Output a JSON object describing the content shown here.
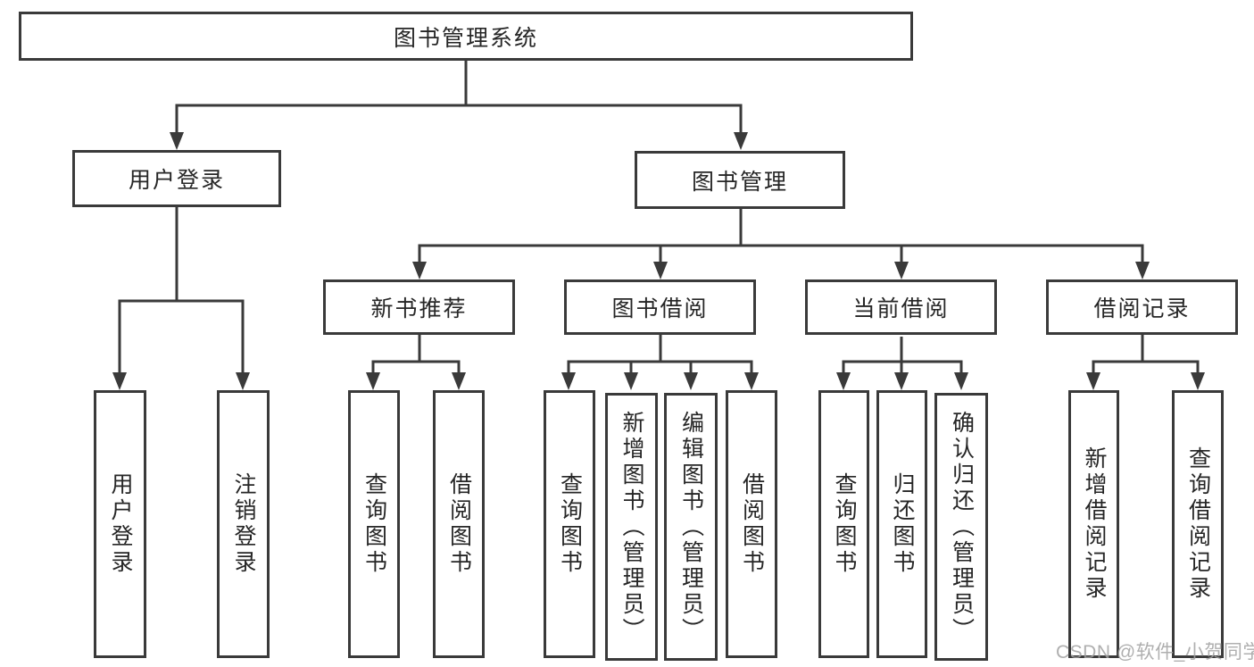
{
  "diagram": {
    "title": "图书管理系统",
    "type": "hierarchy-tree"
  },
  "nodes": {
    "root": {
      "label": "图书管理系统"
    },
    "user_login": {
      "label": "用户登录"
    },
    "book_management": {
      "label": "图书管理"
    },
    "new_book_recommendation": {
      "label": "新书推荐"
    },
    "book_borrowing": {
      "label": "图书借阅"
    },
    "current_borrowing": {
      "label": "当前借阅"
    },
    "borrowing_records": {
      "label": "借阅记录"
    },
    "leaves": {
      "user_login": {
        "label": "用户登录"
      },
      "logout": {
        "label": "注销登录"
      },
      "recommend_query_books": {
        "label": "查询图书"
      },
      "recommend_borrow_books": {
        "label": "借阅图书"
      },
      "borrowing_query_books": {
        "label": "查询图书"
      },
      "borrowing_add_book_admin": {
        "label": "新增图书（管理员）"
      },
      "borrowing_edit_book_admin": {
        "label": "编辑图书（管理员）"
      },
      "borrowing_borrow_books": {
        "label": "借阅图书"
      },
      "current_query_books": {
        "label": "查询图书"
      },
      "current_return_books": {
        "label": "归还图书"
      },
      "current_confirm_return_admin": {
        "label": "确认归还（管理员）"
      },
      "records_add_record": {
        "label": "新增借阅记录"
      },
      "records_query_record": {
        "label": "查询借阅记录"
      }
    }
  },
  "watermark": {
    "text": "CSDN @软件_小贺同学"
  },
  "colors": {
    "line": "#3a3a3a",
    "ink": "#262626",
    "watermark": "#a2a2a2",
    "bg": "#ffffff"
  }
}
